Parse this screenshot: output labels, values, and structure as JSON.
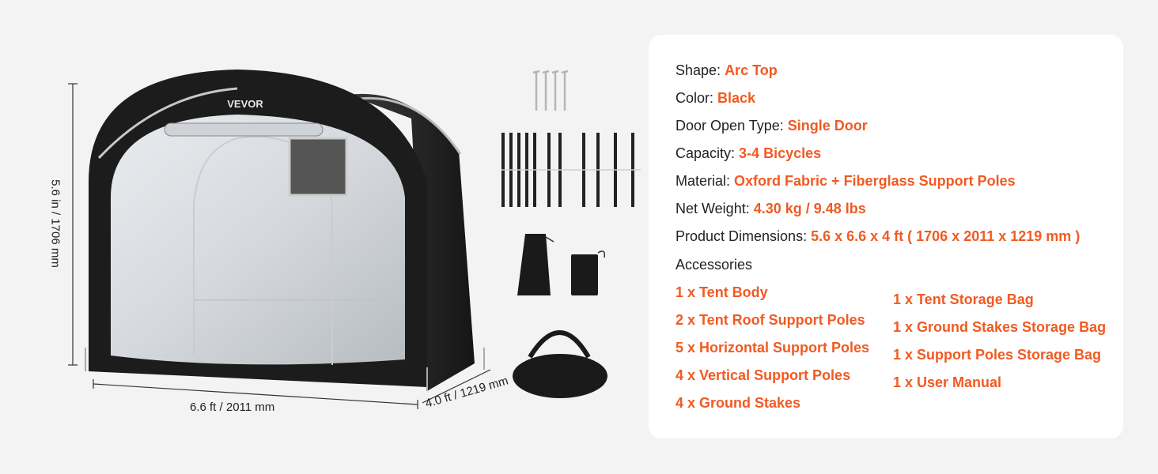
{
  "brand": "VEVOR",
  "dimensions": {
    "width": "6.6 ft / 2011 mm",
    "height": "5.6 in / 1706 mm",
    "depth": "4.0 ft / 1219 mm"
  },
  "specs": [
    {
      "label": "Shape: ",
      "value": "Arc Top"
    },
    {
      "label": "Color: ",
      "value": "Black"
    },
    {
      "label": "Door Open Type: ",
      "value": "Single Door"
    },
    {
      "label": "Capacity: ",
      "value": "3-4 Bicycles"
    },
    {
      "label": "Material: ",
      "value": "Oxford Fabric + Fiberglass Support Poles"
    },
    {
      "label": "Net Weight: ",
      "value": "4.30 kg / 9.48 lbs"
    },
    {
      "label": "Product Dimensions: ",
      "value": "5.6 x 6.6 x 4 ft ( 1706 x 2011 x 1219 mm )"
    }
  ],
  "accessories": {
    "heading": "Accessories",
    "left": [
      "1 x Tent Body",
      "2 x Tent Roof Support Poles",
      "5 x Horizontal Support Poles",
      "4 x Vertical Support Poles",
      "4 x Ground Stakes"
    ],
    "right": [
      "1 x Tent Storage Bag",
      "1 x Ground Stakes Storage Bag",
      "1 x Support Poles Storage Bag",
      "1 x User Manual"
    ]
  },
  "colors": {
    "accent": "#f15a22",
    "tent": "#1c1c1c",
    "background": "#f3f3f3",
    "card": "#ffffff"
  }
}
